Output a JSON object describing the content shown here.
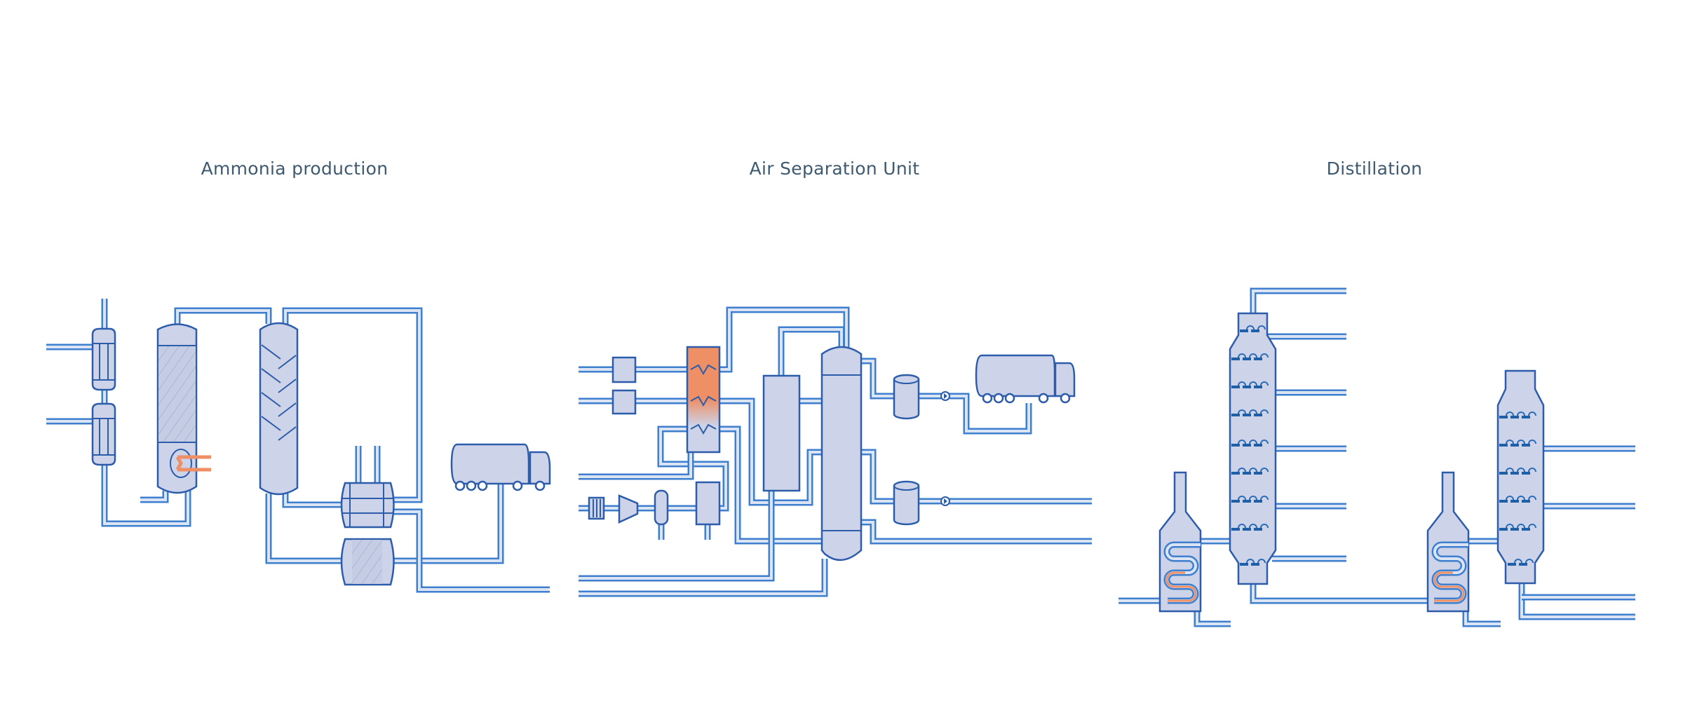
{
  "sections": [
    {
      "title": "Ammonia production"
    },
    {
      "title": "Air Separation Unit"
    },
    {
      "title": "Distillation"
    }
  ],
  "colors": {
    "pipe": "#3f7fcf",
    "equipment_fill": "#cdd4e9",
    "outline": "#2c5caa",
    "heat": "#ee8f66",
    "title": "#3f5a70"
  }
}
